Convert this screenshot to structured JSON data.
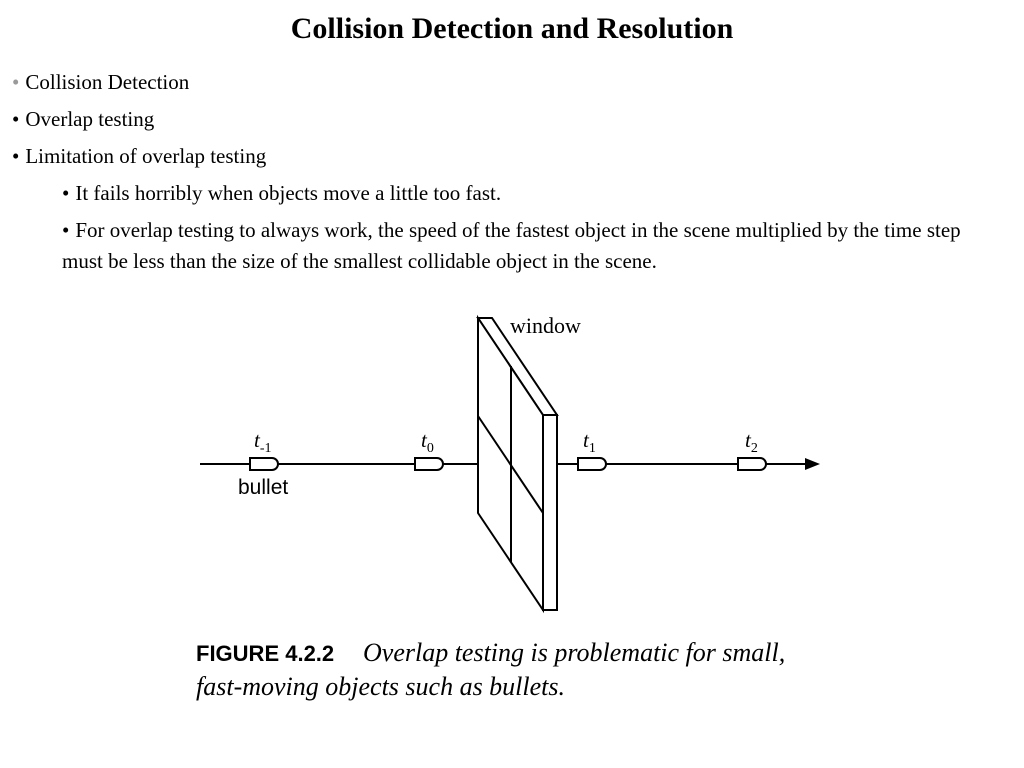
{
  "slide": {
    "title": "Collision Detection and Resolution",
    "bullets": [
      {
        "text": "Collision Detection"
      },
      {
        "text": "Overlap testing"
      },
      {
        "text": "Limitation of overlap testing"
      }
    ],
    "sub_bullets": [
      {
        "text": "It fails horribly when objects move a little too fast."
      },
      {
        "text": "For overlap testing to always work, the speed of the fastest object in the scene multiplied by the time step must be less than the size of the smallest collidable object in the scene."
      }
    ],
    "bullet_marker": "•"
  },
  "figure": {
    "window_label": "window",
    "bullet_label": "bullet",
    "time_labels": [
      {
        "base": "t",
        "sub": "-1"
      },
      {
        "base": "t",
        "sub": "0"
      },
      {
        "base": "t",
        "sub": "1"
      },
      {
        "base": "t",
        "sub": "2"
      }
    ],
    "caption_label": "FIGURE 4.2.2",
    "caption_line1": "Overlap testing is problematic for small,",
    "caption_line2": "fast-moving objects such as bullets."
  }
}
